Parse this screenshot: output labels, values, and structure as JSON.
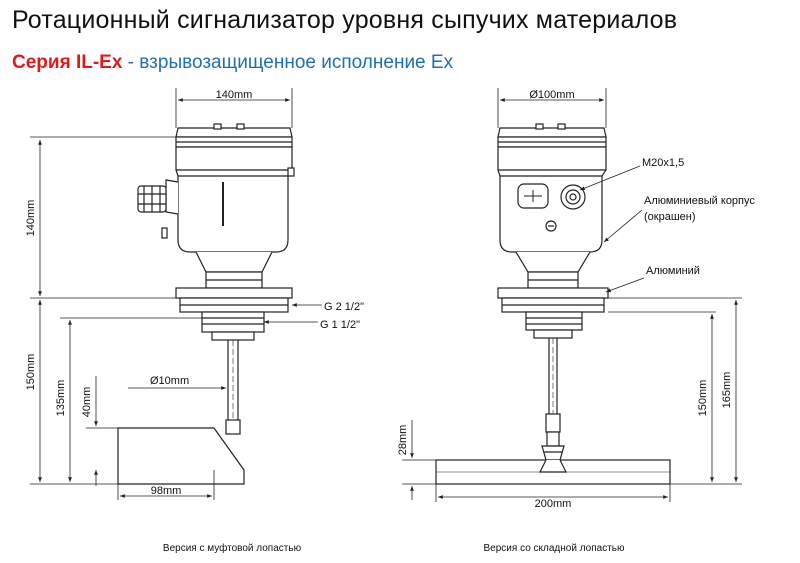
{
  "header": {
    "title": "Ротационный сигнализатор уровня сыпучих материалов",
    "series_label": "Серия IL-Ex",
    "series_dash": " - ",
    "series_desc": "взрывозащищенное исполнение Ex"
  },
  "left_drawing": {
    "width_top": "140mm",
    "height_housing": "140mm",
    "thread_1": "G 2 1/2\"",
    "thread_2": "G 1 1/2\"",
    "shaft_dia": "Ø10mm",
    "height_150": "150mm",
    "height_135": "135mm",
    "height_40": "40mm",
    "paddle_width": "98mm",
    "caption": "Версия с муфтовой лопастью"
  },
  "right_drawing": {
    "diameter_top": "Ø100mm",
    "cable_entry": "M20x1,5",
    "housing_note_1": "Алюминиевый корпус",
    "housing_note_2": "(окрашен)",
    "flange_note": "Алюминий",
    "height_150": "150mm",
    "height_165": "165mm",
    "paddle_height": "28mm",
    "paddle_width": "200mm",
    "caption": "Версия со складной лопастью"
  },
  "colors": {
    "series": "#e01a1a",
    "description": "#1f6fb5",
    "lines": "#222222"
  }
}
